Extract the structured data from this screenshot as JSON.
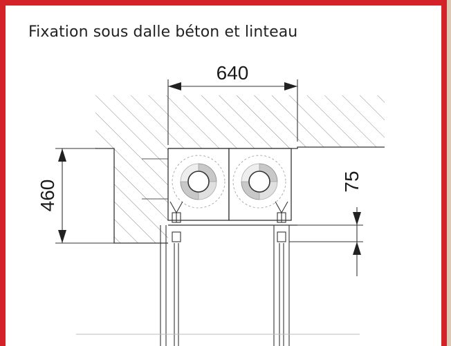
{
  "title": "Fixation sous dalle béton et linteau",
  "dimensions": {
    "width_label": "640",
    "height_label": "460",
    "offset_label": "75"
  },
  "colors": {
    "frame": "#d32228",
    "outer_background": "#dcc9b3",
    "panel": "#ffffff",
    "line": "#333333"
  }
}
